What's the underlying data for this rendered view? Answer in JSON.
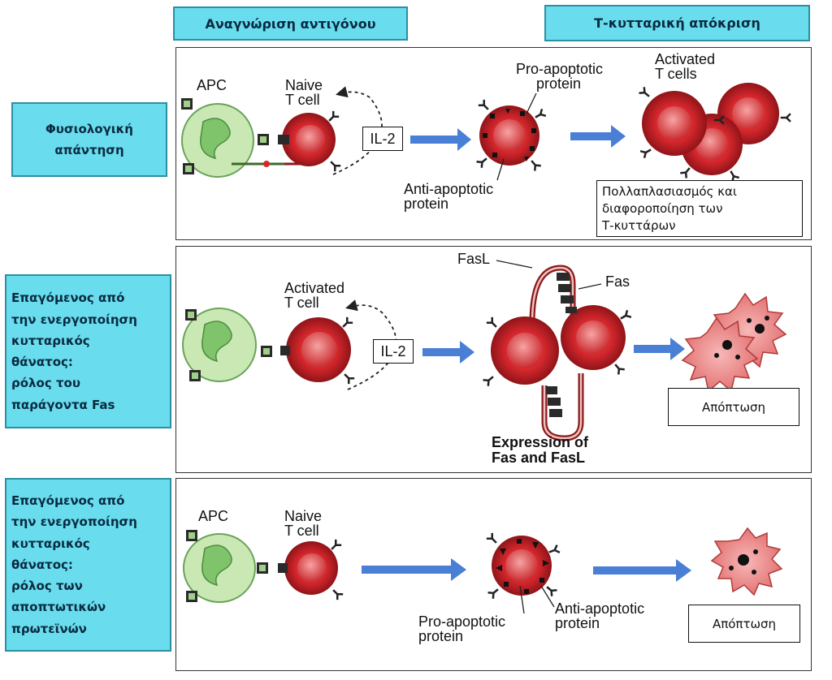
{
  "headers": {
    "antigen_recognition": "Αναγνώριση αντιγόνου",
    "t_cell_response": "Τ-κυτταρική απόκριση"
  },
  "rows": [
    {
      "label_lines": [
        "Φυσιολογική",
        "απάντηση"
      ],
      "apc": "APC",
      "cell_label": [
        "Naive",
        "T cell"
      ],
      "il2": "IL-2",
      "pro_apoptotic": [
        "Pro-apoptotic",
        "protein"
      ],
      "anti_apoptotic": [
        "Anti-apoptotic",
        "protein"
      ],
      "activated": [
        "Activated",
        "T cells"
      ],
      "outcome_lines": [
        "Πολλαπλασιασμός και",
        "διαφοροποίηση των",
        "Τ-κυττάρων"
      ]
    },
    {
      "label_lines": [
        "Επαγόμενος από",
        "την ενεργοποίηση",
        "κυτταρικός",
        "θάνατος:",
        "ρόλος του",
        "παράγοντα Fas"
      ],
      "cell_label": [
        "Activated",
        "T cell"
      ],
      "il2": "IL-2",
      "fasl": "FasL",
      "fas": "Fas",
      "expression": [
        "Expression of",
        "Fas and FasL"
      ],
      "outcome": "Απόπτωση"
    },
    {
      "label_lines": [
        "Επαγόμενος από",
        "την ενεργοποίηση",
        "κυτταρικός",
        "θάνατος:",
        "ρόλος των",
        "αποπτωτικών",
        "πρωτεϊνών"
      ],
      "apc": "APC",
      "cell_label": [
        "Naive",
        "T cell"
      ],
      "pro_apoptotic": [
        "Pro-apoptotic",
        "protein"
      ],
      "anti_apoptotic": [
        "Anti-apoptotic",
        "protein"
      ],
      "outcome": "Απόπτωση"
    }
  ],
  "colors": {
    "label_bg": "#69dced",
    "arrow": "#4a7fd6",
    "cell_red": "#d8282e",
    "apc_green": "#c9e8b4"
  }
}
